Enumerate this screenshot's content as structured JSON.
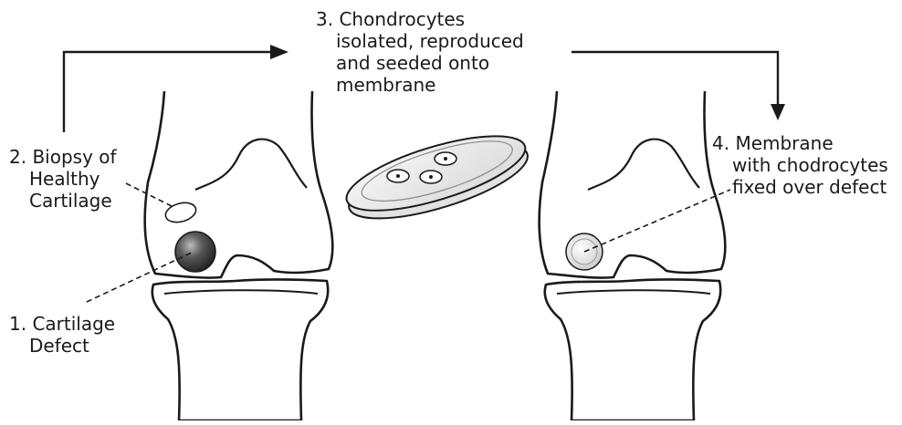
{
  "labels": {
    "step1": [
      "1. Cartilage",
      "Defect"
    ],
    "step2": [
      "2. Biopsy of",
      "Healthy",
      "Cartilage"
    ],
    "step3": [
      "3. Chondrocytes",
      "isolated, reproduced",
      "and seeded onto",
      "membrane"
    ],
    "step4": [
      "4. Membrane",
      "with chodrocytes",
      "fixed over defect"
    ]
  },
  "colors": {
    "ink": "#1a1a1a",
    "bone_fill": "#ffffff",
    "defect": "#3a3a3a",
    "dish_fill": "#eeeeee"
  }
}
